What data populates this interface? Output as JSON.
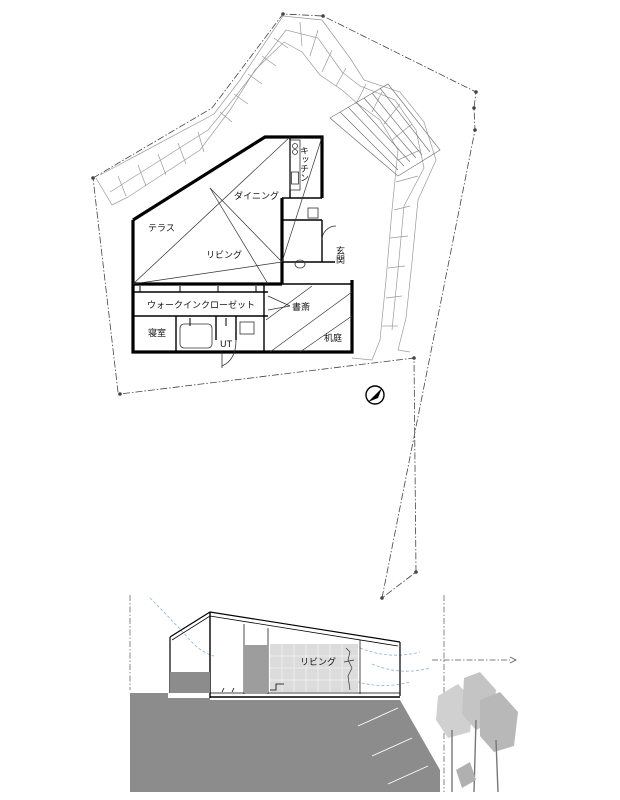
{
  "floor_plan": {
    "rooms": {
      "kitchen": "キッチン",
      "dining": "ダイニング",
      "terrace": "テラス",
      "living": "リビング",
      "entrance": "玄関",
      "walk_in_closet": "ウォークインクローゼット",
      "study": "書斎",
      "bedroom": "寝室",
      "utility": "UT",
      "desk_garden": "机庭"
    }
  },
  "section": {
    "rooms": {
      "living": "リビング"
    }
  }
}
